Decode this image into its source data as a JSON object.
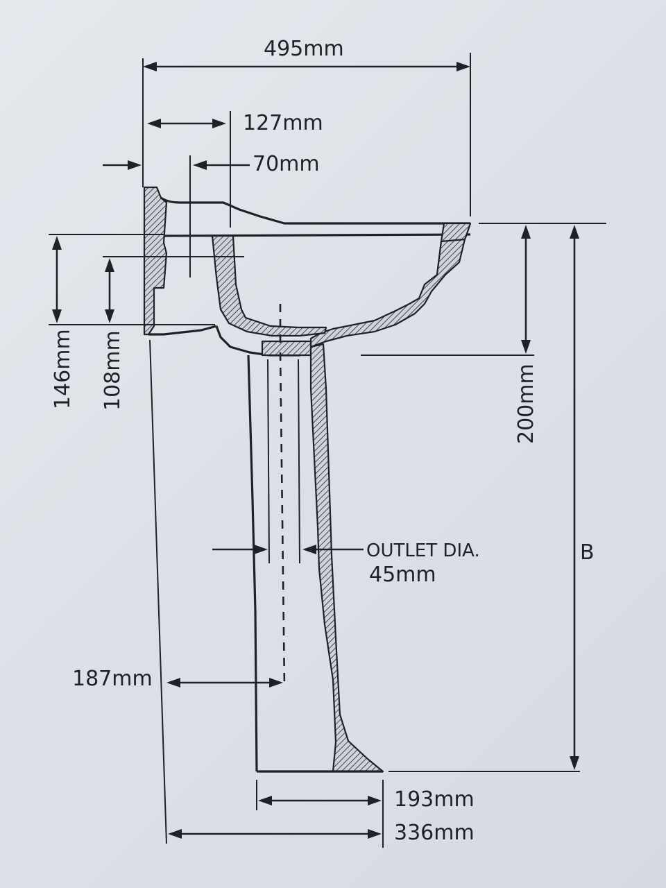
{
  "labels": {
    "width_total": "495mm",
    "back_to_tap": "127mm",
    "tap_offset": "70mm",
    "height_146": "146mm",
    "height_108": "108mm",
    "bowl_depth": "200mm",
    "overall_height": "B",
    "outlet_title": "OUTLET DIA.",
    "outlet_value": "45mm",
    "wall_to_outlet": "187mm",
    "pedestal_base": "193mm",
    "base_to_wall": "336mm"
  },
  "colors": {
    "ink": "#1f2126",
    "paper": "#dfe3e9"
  }
}
